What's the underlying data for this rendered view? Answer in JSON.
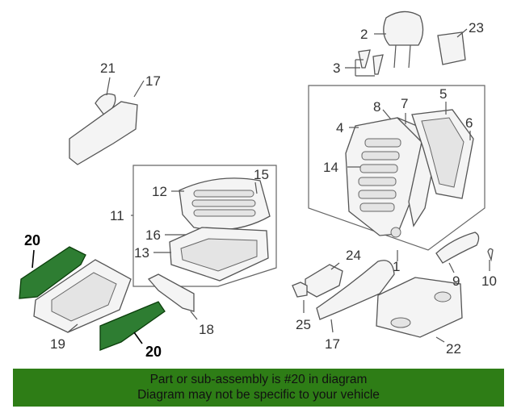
{
  "labels": {
    "l1": "1",
    "l2": "2",
    "l3": "3",
    "l4": "4",
    "l5": "5",
    "l6": "6",
    "l7": "7",
    "l8": "8",
    "l9": "9",
    "l10": "10",
    "l11": "11",
    "l12": "12",
    "l13": "13",
    "l14": "14",
    "l15": "15",
    "l16": "16",
    "l17a": "17",
    "l17b": "17",
    "l18": "18",
    "l19": "19",
    "l20a": "20",
    "l20b": "20",
    "l21": "21",
    "l22": "22",
    "l23": "23",
    "l24": "24",
    "l25": "25"
  },
  "highlight": {
    "part": "20",
    "color": "#2e7d32"
  },
  "banner": {
    "line1": "Part or sub-assembly is #20 in diagram",
    "line2": "Diagram may not be specific to your vehicle",
    "color": "#2e7d16"
  }
}
